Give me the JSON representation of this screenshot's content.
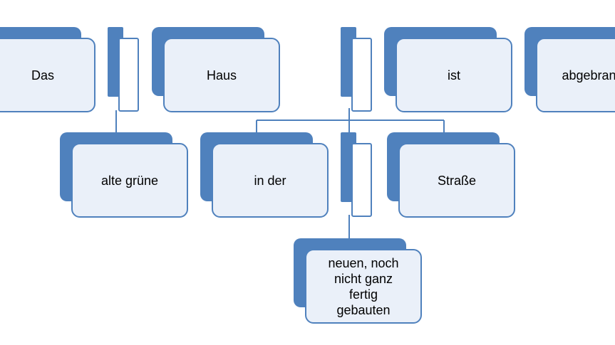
{
  "diagram": {
    "nodes": {
      "das": "Das",
      "haus": "Haus",
      "ist": "ist",
      "abgebrannt": "abgebrannt",
      "alte_gruene": "alte grüne",
      "in_der": "in der",
      "strasse": "Straße",
      "neuen": "neuen, noch nicht ganz fertig gebauten"
    },
    "colors": {
      "accent": "#4f81bd",
      "box_fill": "#eaf0f9",
      "slot_fill": "#ffffff",
      "text": "#000000"
    }
  }
}
